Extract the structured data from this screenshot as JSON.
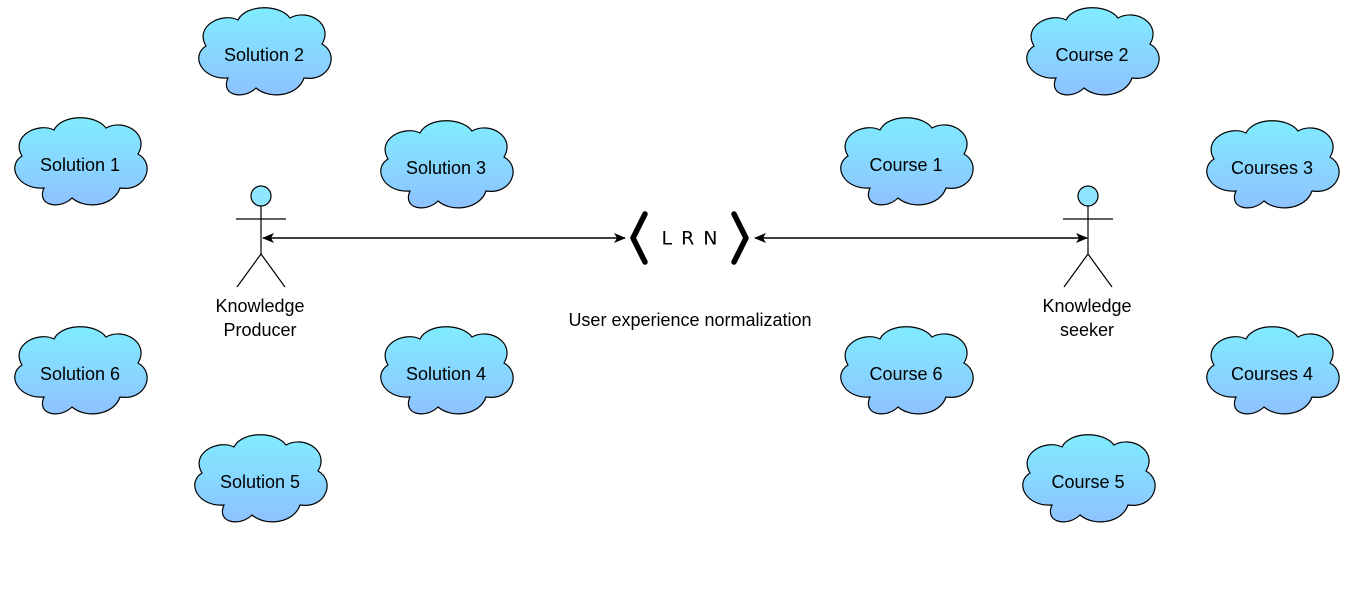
{
  "solutions": [
    {
      "id": "s2",
      "label": "Solution 2"
    },
    {
      "id": "s1",
      "label": "Solution 1"
    },
    {
      "id": "s3",
      "label": "Solution 3"
    },
    {
      "id": "s6",
      "label": "Solution 6"
    },
    {
      "id": "s4",
      "label": "Solution 4"
    },
    {
      "id": "s5",
      "label": "Solution 5"
    }
  ],
  "courses": [
    {
      "id": "c2",
      "label": "Course 2"
    },
    {
      "id": "c1",
      "label": "Course 1"
    },
    {
      "id": "c3",
      "label": "Courses 3"
    },
    {
      "id": "c6",
      "label": "Course 6"
    },
    {
      "id": "c4",
      "label": "Courses 4"
    },
    {
      "id": "c5",
      "label": "Course 5"
    }
  ],
  "producer": {
    "line1": "Knowledge",
    "line2": "Producer"
  },
  "seeker": {
    "line1": "Knowledge",
    "line2": "seeker"
  },
  "lrn": {
    "text": "LRN"
  },
  "caption": "User experience normalization",
  "colors": {
    "cloud_top": "#80ecff",
    "cloud_bottom": "#8ec2ff",
    "stroke": "#000000",
    "actor_fill": "#8ee6ff"
  }
}
